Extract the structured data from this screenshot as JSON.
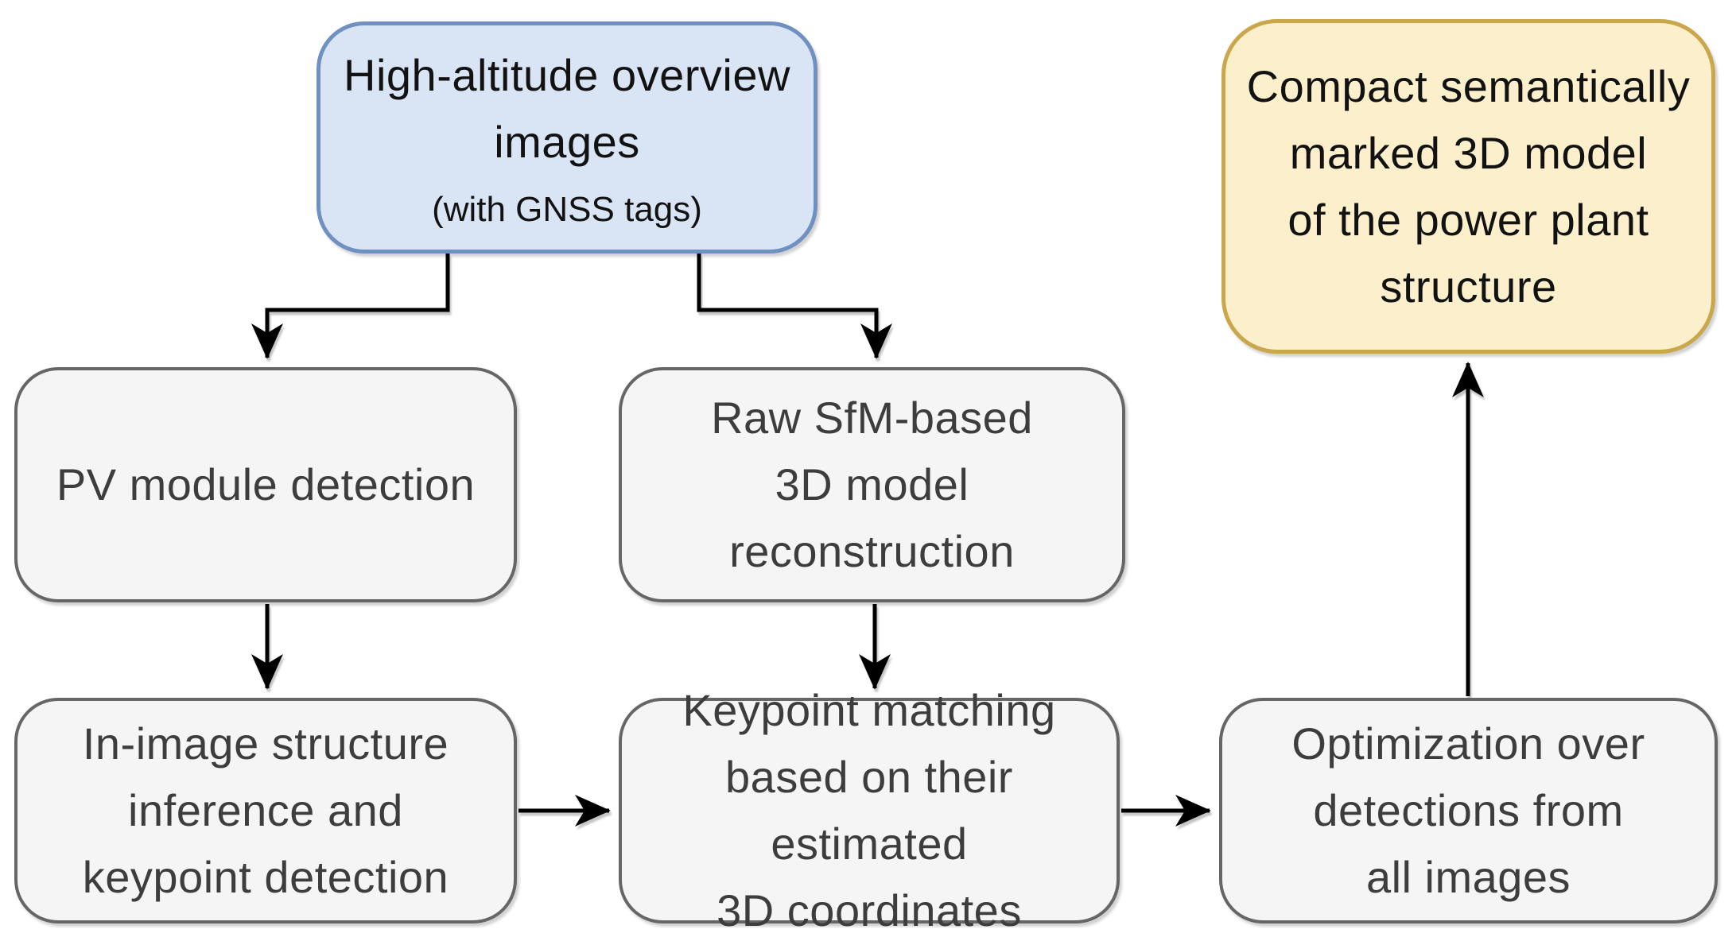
{
  "diagram": {
    "title": "Power plant 3D reconstruction pipeline flowchart",
    "background_color": "#ffffff",
    "arrow_color": "#000000",
    "nodes": {
      "input": {
        "text": "High-altitude overview\nimages",
        "caption": "(with GNSS tags)",
        "fill": "#d9e5f5",
        "stroke": "#6f90c1"
      },
      "output": {
        "text": "Compact semantically\nmarked 3D model\nof the power plant\nstructure",
        "fill": "#fbf0cb",
        "stroke": "#c9a74a"
      },
      "pv_detection": {
        "text": "PV module detection",
        "fill": "#f5f5f5",
        "stroke": "#666666"
      },
      "sfm_reconstruction": {
        "text": "Raw SfM-based\n3D model\nreconstruction",
        "fill": "#f5f5f5",
        "stroke": "#666666"
      },
      "structure_inference": {
        "text": "In-image structure\ninference and\nkeypoint detection",
        "fill": "#f5f5f5",
        "stroke": "#666666"
      },
      "keypoint_matching": {
        "text": "Keypoint matching\nbased on their\nestimated\n3D coordinates",
        "fill": "#f5f5f5",
        "stroke": "#666666"
      },
      "optimization": {
        "text": "Optimization over\ndetections from\nall images",
        "fill": "#f5f5f5",
        "stroke": "#666666"
      }
    },
    "edges": [
      "input -> pv_detection",
      "input -> sfm_reconstruction",
      "pv_detection -> structure_inference",
      "sfm_reconstruction -> keypoint_matching",
      "structure_inference -> keypoint_matching",
      "keypoint_matching -> optimization",
      "optimization -> output"
    ]
  }
}
